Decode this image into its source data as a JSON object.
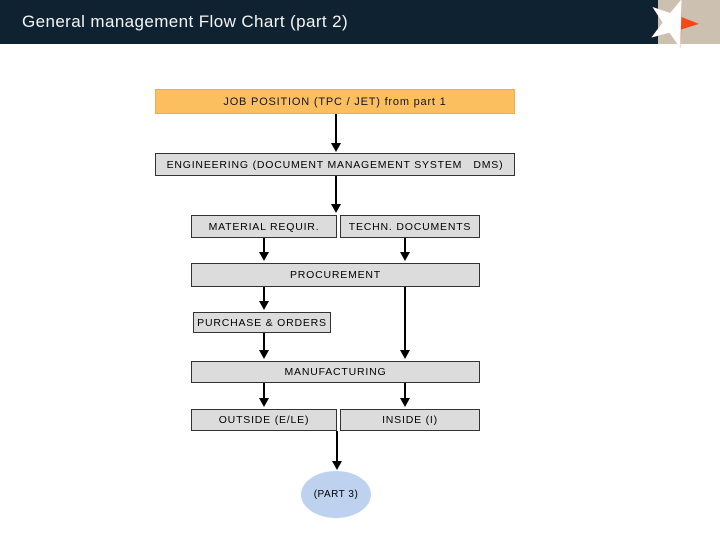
{
  "header": {
    "title": "General management Flow Chart (part 2)",
    "bar_color": "#0e2232",
    "title_color": "#f4f4f4"
  },
  "logo": {
    "name": "star-logo",
    "star_red": "#fa4616",
    "star_white": "#ffffff",
    "corner_bg": "#ccc1b1"
  },
  "flowchart": {
    "nodes": {
      "job_position": {
        "label": "JOB POSITION (TPC / JET) from part 1",
        "shape": "rect",
        "fill": "#fbbf60"
      },
      "engineering": {
        "label": "ENGINEERING (DOCUMENT MANAGEMENT SYSTEM   DMS)",
        "shape": "rect",
        "fill": "#dcdcdc"
      },
      "material_requir": {
        "label": "MATERIAL REQUIR.",
        "shape": "rect",
        "fill": "#dcdcdc"
      },
      "techn_documents": {
        "label": "TECHN. DOCUMENTS",
        "shape": "rect",
        "fill": "#dcdcdc"
      },
      "procurement": {
        "label": "PROCUREMENT",
        "shape": "rect",
        "fill": "#dcdcdc"
      },
      "purchase_orders": {
        "label": "PURCHASE & ORDERS",
        "shape": "rect",
        "fill": "#dcdcdc"
      },
      "manufacturing": {
        "label": "MANUFACTURING",
        "shape": "rect",
        "fill": "#dcdcdc"
      },
      "outside": {
        "label": "OUTSIDE (E/LE)",
        "shape": "rect",
        "fill": "#dcdcdc"
      },
      "inside": {
        "label": "INSIDE (I)",
        "shape": "rect",
        "fill": "#dcdcdc"
      },
      "part3": {
        "label": "(PART 3)",
        "shape": "ellipse",
        "fill": "#bed2f0"
      }
    },
    "edges": [
      "job_position -> engineering",
      "engineering -> material_requir/techn_documents",
      "material_requir -> procurement",
      "techn_documents -> procurement",
      "procurement -> purchase_orders",
      "techn_documents -> manufacturing",
      "purchase_orders -> manufacturing",
      "manufacturing -> outside",
      "manufacturing -> inside",
      "outside/inside -> part3"
    ],
    "connector_color": "#000000"
  }
}
